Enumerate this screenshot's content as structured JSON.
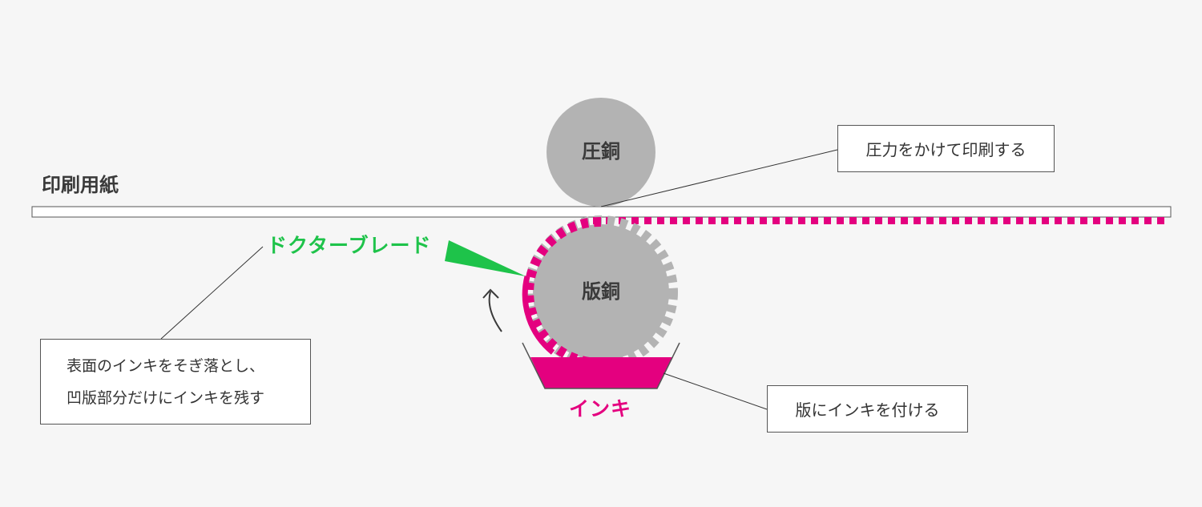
{
  "labels": {
    "paper": "印刷用紙",
    "impression_cylinder": "圧銅",
    "plate_cylinder": "版銅",
    "doctor_blade": "ドクターブレード",
    "ink": "インキ"
  },
  "callouts": {
    "pressure": "圧力をかけて印刷する",
    "apply_ink": "版にインキを付ける",
    "doctor_line1": "表面のインキをそぎ落とし、",
    "doctor_line2": "凹版部分だけにインキを残す"
  },
  "colors": {
    "background": "#f6f6f6",
    "cylinder": "#b3b3b3",
    "ink": "#e4007f",
    "blade": "#1ec34a",
    "text": "#3a3a3a"
  },
  "icons": {
    "rotation": "curved-arrow-up-icon"
  }
}
